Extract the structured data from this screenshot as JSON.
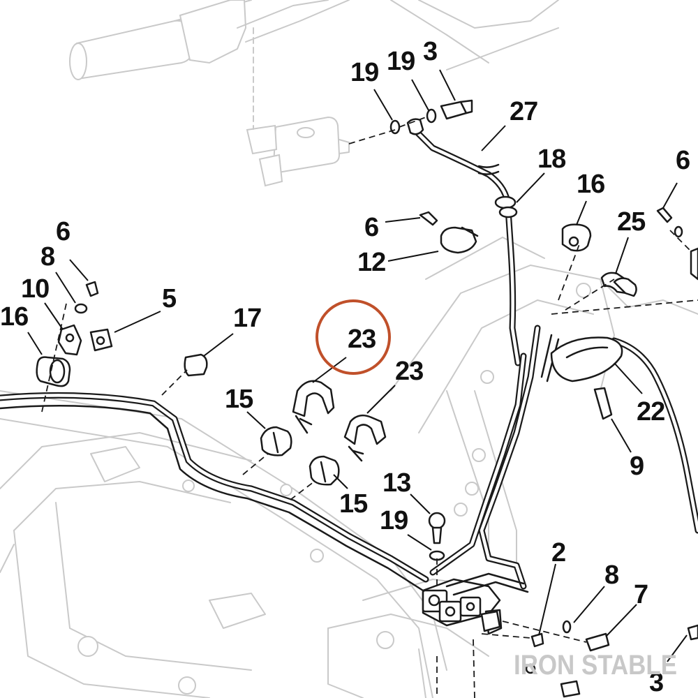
{
  "diagram": {
    "watermark": "IRON STABLE",
    "highlight_color": "#c0502a",
    "line_color": "#1a1a1a",
    "ghost_color": "#c9c9c9",
    "callouts": {
      "c19_left": "19",
      "c19_mid": "19",
      "c3_top": "3",
      "c27": "27",
      "c18": "18",
      "c16_right": "16",
      "c6_top_right": "6",
      "c25": "25",
      "c6_mid": "6",
      "c12": "12",
      "c6_left": "6",
      "c8_left": "8",
      "c10": "10",
      "c16_left": "16",
      "c5": "5",
      "c17": "17",
      "c23_circled": "23",
      "c23": "23",
      "c15_left": "15",
      "c15_right": "15",
      "c13": "13",
      "c19_bottom": "19",
      "c22": "22",
      "c9": "9",
      "c2": "2",
      "c8_right": "8",
      "c7": "7",
      "c3_bottom": "3"
    }
  }
}
